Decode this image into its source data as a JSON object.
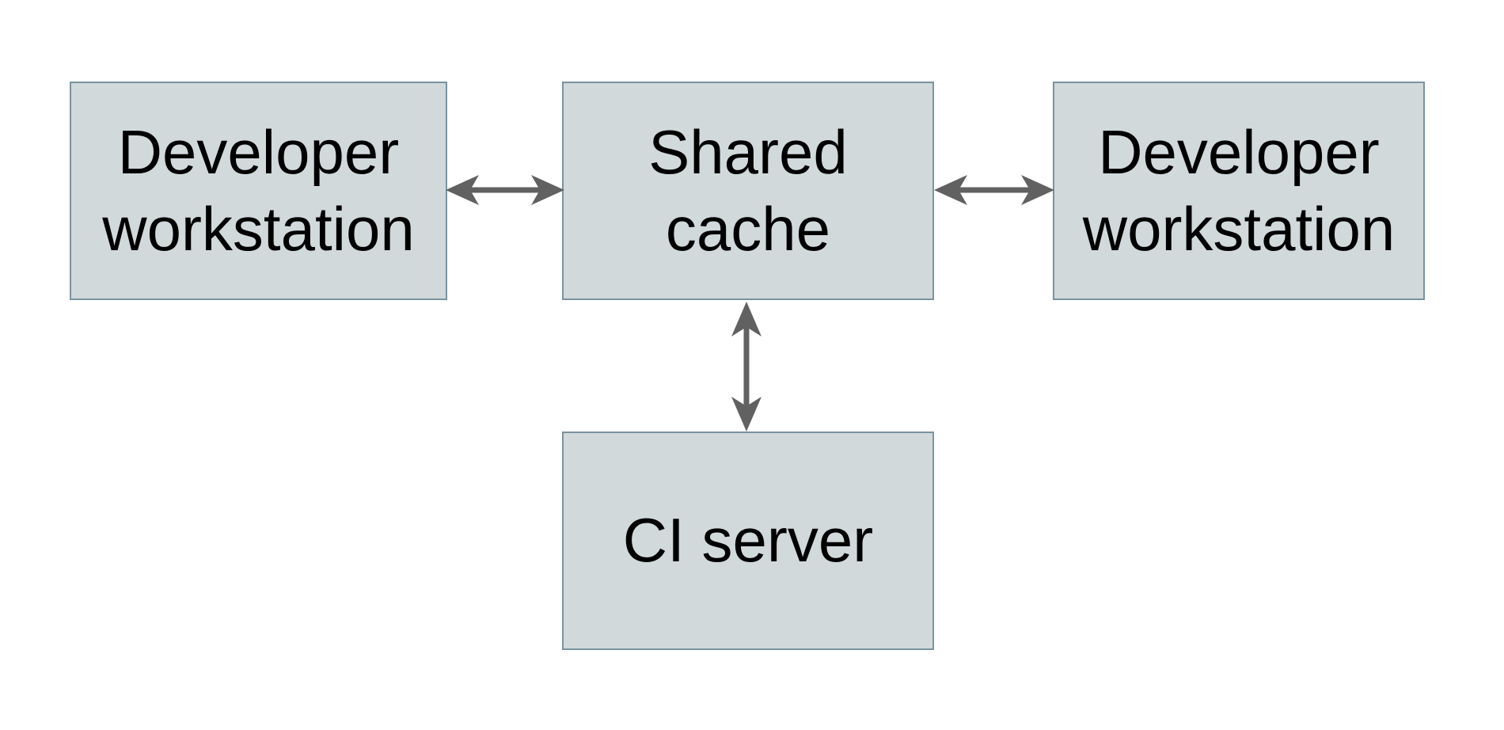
{
  "diagram": {
    "type": "architecture-diagram",
    "nodes": [
      {
        "id": "developer-workstation-left",
        "label": "Developer workstation"
      },
      {
        "id": "shared-cache",
        "label": "Shared cache"
      },
      {
        "id": "developer-workstation-right",
        "label": "Developer workstation"
      },
      {
        "id": "ci-server",
        "label": "CI server"
      }
    ],
    "edges": [
      {
        "from": "developer-workstation-left",
        "to": "shared-cache",
        "direction": "bidirectional",
        "orientation": "horizontal"
      },
      {
        "from": "shared-cache",
        "to": "developer-workstation-right",
        "direction": "bidirectional",
        "orientation": "horizontal"
      },
      {
        "from": "shared-cache",
        "to": "ci-server",
        "direction": "bidirectional",
        "orientation": "vertical"
      }
    ]
  },
  "colors": {
    "background": "#ffffff",
    "node_fill": "#d1d9db",
    "node_border": "#7a939e",
    "arrow": "#616161",
    "text": "#000000"
  }
}
